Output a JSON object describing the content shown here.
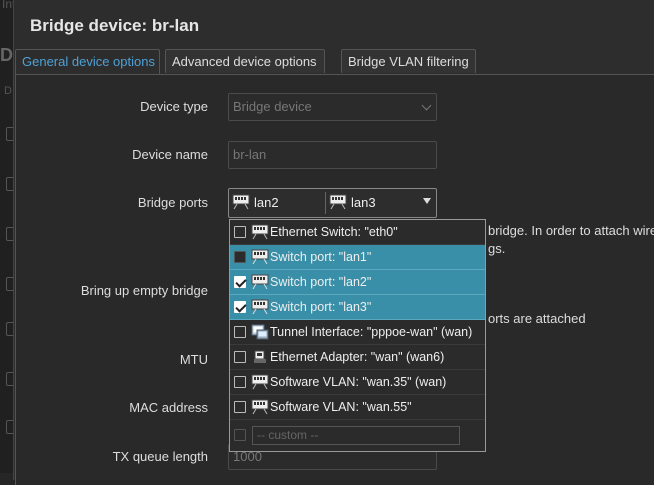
{
  "background": {
    "frag_top": "Int",
    "frag_heading": "De",
    "frag_small": "D"
  },
  "modal": {
    "title": "Bridge device: br-lan"
  },
  "tabs": [
    {
      "label": "General device options",
      "active": true
    },
    {
      "label": "Advanced device options",
      "active": false
    },
    {
      "label": "Bridge VLAN filtering",
      "active": false
    }
  ],
  "form": {
    "device_type": {
      "label": "Device type",
      "value": "Bridge device"
    },
    "device_name": {
      "label": "Device name",
      "value": "br-lan"
    },
    "bridge_ports": {
      "label": "Bridge ports",
      "selected": [
        "lan2",
        "lan3"
      ],
      "desc_line1": "bridge. In order to attach wirel",
      "desc_line2": "gs."
    },
    "empty_bridge": {
      "label": "Bring up empty bridge",
      "desc": "orts are attached"
    },
    "mtu": {
      "label": "MTU"
    },
    "mac": {
      "label": "MAC address"
    },
    "txq": {
      "label": "TX queue length",
      "value": "1000"
    }
  },
  "dropdown": {
    "options": [
      {
        "label": "Ethernet Switch: \"eth0\"",
        "checked": false,
        "highlight": false,
        "icon": "ethernet-port-icon"
      },
      {
        "label": "Switch port: \"lan1\"",
        "checked": false,
        "highlight": true,
        "icon": "ethernet-port-icon"
      },
      {
        "label": "Switch port: \"lan2\"",
        "checked": true,
        "highlight": true,
        "icon": "ethernet-port-icon"
      },
      {
        "label": "Switch port: \"lan3\"",
        "checked": true,
        "highlight": true,
        "icon": "ethernet-port-icon"
      },
      {
        "label": "Tunnel Interface: \"pppoe-wan\" (wan)",
        "checked": false,
        "highlight": false,
        "icon": "tunnel-icon"
      },
      {
        "label": "Ethernet Adapter: \"wan\" (wan6)",
        "checked": false,
        "highlight": false,
        "icon": "ethernet-adapter-icon"
      },
      {
        "label": "Software VLAN: \"wan.35\" (wan)",
        "checked": false,
        "highlight": false,
        "icon": "ethernet-port-icon"
      },
      {
        "label": "Software VLAN: \"wan.55\"",
        "checked": false,
        "highlight": false,
        "icon": "ethernet-port-icon"
      }
    ],
    "custom_placeholder": "-- custom --"
  },
  "colors": {
    "accent": "#4ea1d6",
    "highlight": "#3a8fa8"
  }
}
